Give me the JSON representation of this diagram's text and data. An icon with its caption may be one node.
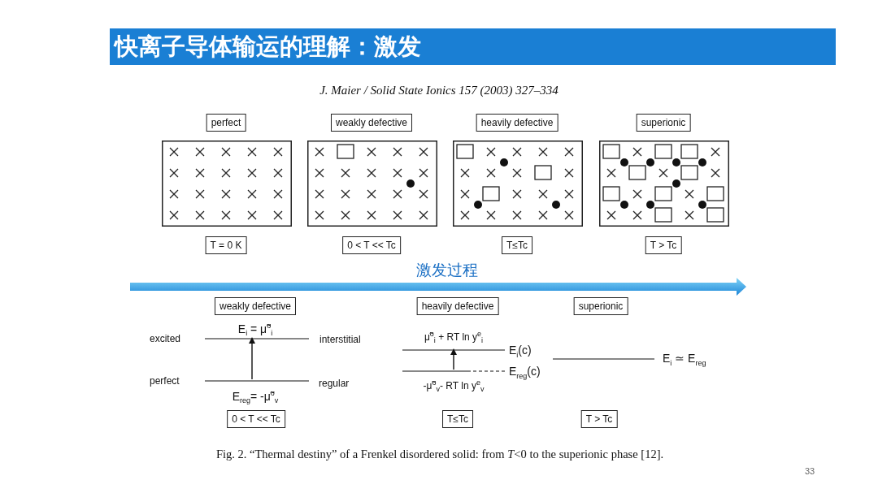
{
  "diagram": {
    "title": "快离子导体输运的理解：激发",
    "caption": "Fig. 2. “Thermal destiny” of a Frenkel disordered solid: from *T*<0 to the superionic phase [12].",
    "nodes": [
      {
        "text": [
          "perfect"
        ]
      },
      {
        "text": [
          "weakly defective"
        ]
      },
      {
        "text": [
          "heavily defective"
        ]
      },
      {
        "text": [
          "superionic"
        ]
      },
      {
        "text": [
          "T = 0 K"
        ]
      },
      {
        "text": [
          "0 < T << Tc"
        ]
      },
      {
        "text": [
          "T≤Tc"
        ]
      },
      {
        "text": [
          "T > Tc"
        ]
      },
      {
        "text": [
          "weakly defective"
        ]
      },
      {
        "text": [
          "heavily defective"
        ]
      },
      {
        "text": [
          "superionic"
        ]
      },
      {
        "text": [
          "0 < T << Tc"
        ]
      },
      {
        "text": [
          "T≤Tc"
        ]
      },
      {
        "text": [
          "T > Tc"
        ]
      },
      {
        "text": [],
        "shape": "bar"
      },
      {
        "text": [],
        "shape": "bar"
      },
      {
        "text": [],
        "shape": "bar"
      },
      {
        "text": [],
        "shape": "bar"
      },
      {
        "text": [],
        "shape": "bar"
      }
    ],
    "edges": [
      {
        "from": 15,
        "to": 14,
        "arrow": "to"
      },
      {
        "from": 17,
        "to": 16,
        "arrow": "to"
      }
    ],
    "labels": [
      "J. Maier / Solid State Ionics 157 (2003) 327–334",
      "激发过程",
      "E$_{i}$ = μ̃$^{o}$$_{i}$",
      "excited",
      "interstitial",
      "perfect",
      "regular",
      "E$_{reg}$= -μ̃$^{o}$$_{v}$",
      "μ̃$^{o}$$_{i}$ + RT ln y$^{e}$$_{i}$",
      "E$_{i}$(c)",
      "E$_{reg}$(c)",
      "-μ̃$^{o}$$_{v}$- RT ln y$^{e}$$_{v}$",
      "E$_{i}$ ≃ E$_{reg}$",
      "33"
    ]
  }
}
